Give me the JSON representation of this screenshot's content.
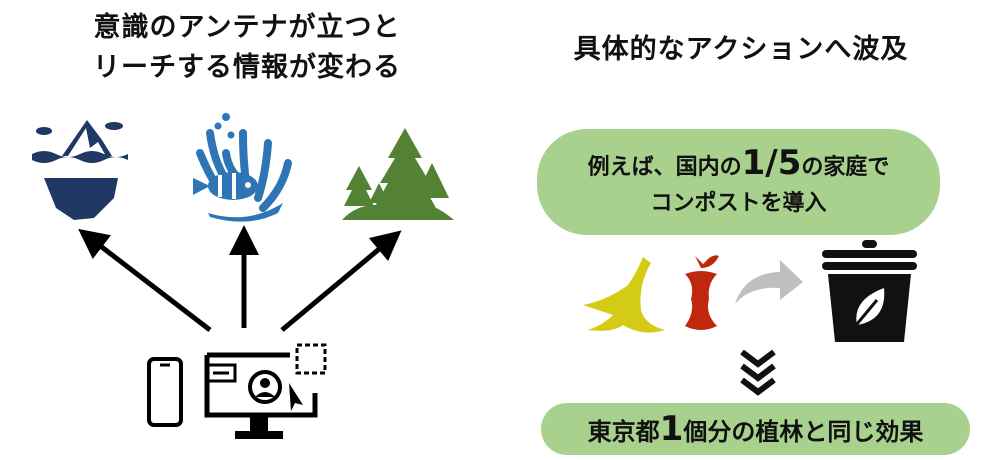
{
  "left": {
    "title_line1": "意識のアンテナが立つと",
    "title_line2": "リーチする情報が変わる",
    "icons": [
      "iceberg-icon",
      "sea-anemone-fish-icon",
      "forest-icon",
      "smartphone-icon",
      "computer-monitor-icon"
    ]
  },
  "right": {
    "title": "具体的なアクションへ波及",
    "bubble": {
      "pre": "例えば、国内の",
      "fraction": "1/5",
      "post": "の家庭で",
      "line2": "コンポストを導入"
    },
    "result": {
      "pre": "東京都",
      "number": "1",
      "post": "個分の植林と同じ効果"
    },
    "icons": [
      "banana-peel-icon",
      "apple-core-icon",
      "curved-arrow-icon",
      "compost-bin-icon",
      "chevrons-down-icon"
    ]
  },
  "colors": {
    "navy": "#1f3864",
    "blue": "#2e75b6",
    "green": "#548235",
    "pill": "#a9d18e",
    "banana": "#d4cc14",
    "apple": "#c0280d",
    "gray_arrow": "#bfbfbf"
  }
}
